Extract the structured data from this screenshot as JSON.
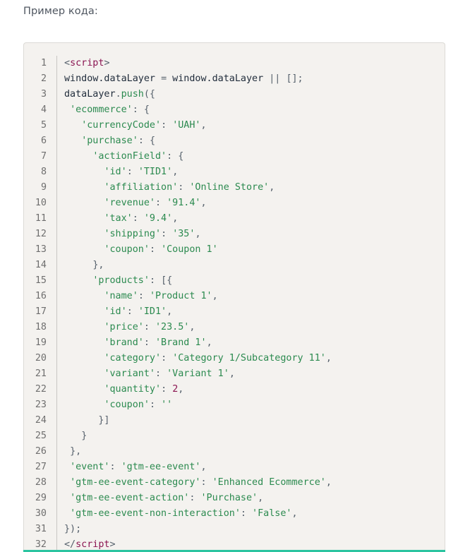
{
  "heading": "Пример кода:",
  "code_lines": [
    {
      "n": "1",
      "html": "<span class=\"p\">&lt;</span><span class=\"n\">script</span><span class=\"p\">&gt;</span>"
    },
    {
      "n": "2",
      "html": "window.dataLayer <span class=\"p\">=</span> window.dataLayer <span class=\"p\">||</span> <span class=\"p\">[];</span>"
    },
    {
      "n": "3",
      "html": "dataLayer<span class=\"p\">.</span><span class=\"k\">push</span><span class=\"p\">({</span>"
    },
    {
      "n": "4",
      "html": " <span class=\"s\">'ecommerce'</span><span class=\"p\">:</span> <span class=\"p\">{</span>"
    },
    {
      "n": "5",
      "html": "   <span class=\"s\">'currencyCode'</span><span class=\"p\">:</span> <span class=\"s\">'UAH'</span><span class=\"p\">,</span>"
    },
    {
      "n": "6",
      "html": "   <span class=\"s\">'purchase'</span><span class=\"p\">:</span> <span class=\"p\">{</span>"
    },
    {
      "n": "7",
      "html": "     <span class=\"s\">'actionField'</span><span class=\"p\">:</span> <span class=\"p\">{</span>"
    },
    {
      "n": "8",
      "html": "       <span class=\"s\">'id'</span><span class=\"p\">:</span> <span class=\"s\">'TID1'</span><span class=\"p\">,</span>"
    },
    {
      "n": "9",
      "html": "       <span class=\"s\">'affiliation'</span><span class=\"p\">:</span> <span class=\"s\">'Online Store'</span><span class=\"p\">,</span>"
    },
    {
      "n": "10",
      "html": "       <span class=\"s\">'revenue'</span><span class=\"p\">:</span> <span class=\"s\">'91.4'</span><span class=\"p\">,</span>"
    },
    {
      "n": "11",
      "html": "       <span class=\"s\">'tax'</span><span class=\"p\">:</span> <span class=\"s\">'9.4'</span><span class=\"p\">,</span>"
    },
    {
      "n": "12",
      "html": "       <span class=\"s\">'shipping'</span><span class=\"p\">:</span> <span class=\"s\">'35'</span><span class=\"p\">,</span>"
    },
    {
      "n": "13",
      "html": "       <span class=\"s\">'coupon'</span><span class=\"p\">:</span> <span class=\"s\">'Coupon 1'</span>"
    },
    {
      "n": "14",
      "html": "     <span class=\"p\">},</span>"
    },
    {
      "n": "15",
      "html": "     <span class=\"s\">'products'</span><span class=\"p\">:</span> <span class=\"p\">[{</span>"
    },
    {
      "n": "16",
      "html": "       <span class=\"s\">'name'</span><span class=\"p\">:</span> <span class=\"s\">'Product 1'</span><span class=\"p\">,</span>"
    },
    {
      "n": "17",
      "html": "       <span class=\"s\">'id'</span><span class=\"p\">:</span> <span class=\"s\">'ID1'</span><span class=\"p\">,</span>"
    },
    {
      "n": "18",
      "html": "       <span class=\"s\">'price'</span><span class=\"p\">:</span> <span class=\"s\">'23.5'</span><span class=\"p\">,</span>"
    },
    {
      "n": "19",
      "html": "       <span class=\"s\">'brand'</span><span class=\"p\">:</span> <span class=\"s\">'Brand 1'</span><span class=\"p\">,</span>"
    },
    {
      "n": "20",
      "html": "       <span class=\"s\">'category'</span><span class=\"p\">:</span> <span class=\"s\">'Category 1/Subcategory 11'</span><span class=\"p\">,</span>"
    },
    {
      "n": "21",
      "html": "       <span class=\"s\">'variant'</span><span class=\"p\">:</span> <span class=\"s\">'Variant 1'</span><span class=\"p\">,</span>"
    },
    {
      "n": "22",
      "html": "       <span class=\"s\">'quantity'</span><span class=\"p\">:</span> <span class=\"n\">2</span><span class=\"p\">,</span>"
    },
    {
      "n": "23",
      "html": "       <span class=\"s\">'coupon'</span><span class=\"p\">:</span> <span class=\"s\">''</span>"
    },
    {
      "n": "24",
      "html": "      <span class=\"p\">}]</span>"
    },
    {
      "n": "25",
      "html": "   <span class=\"p\">}</span>"
    },
    {
      "n": "26",
      "html": " <span class=\"p\">},</span>"
    },
    {
      "n": "27",
      "html": " <span class=\"s\">'event'</span><span class=\"p\">:</span> <span class=\"s\">'gtm-ee-event'</span><span class=\"p\">,</span>"
    },
    {
      "n": "28",
      "html": " <span class=\"s\">'gtm-ee-event-category'</span><span class=\"p\">:</span> <span class=\"s\">'Enhanced Ecommerce'</span><span class=\"p\">,</span>"
    },
    {
      "n": "29",
      "html": " <span class=\"s\">'gtm-ee-event-action'</span><span class=\"p\">:</span> <span class=\"s\">'Purchase'</span><span class=\"p\">,</span>"
    },
    {
      "n": "30",
      "html": " <span class=\"s\">'gtm-ee-event-non-interaction'</span><span class=\"p\">:</span> <span class=\"s\">'False'</span><span class=\"p\">,</span>"
    },
    {
      "n": "31",
      "html": "<span class=\"p\">});</span>"
    },
    {
      "n": "32",
      "html": "<span class=\"p\">&lt;/</span><span class=\"n\">script</span><span class=\"p\">&gt;</span>"
    }
  ],
  "colors": {
    "accent": "#2bc4a0",
    "string": "#2b8a4f",
    "tag": "#8b1552",
    "background": "#f4f2ef"
  }
}
